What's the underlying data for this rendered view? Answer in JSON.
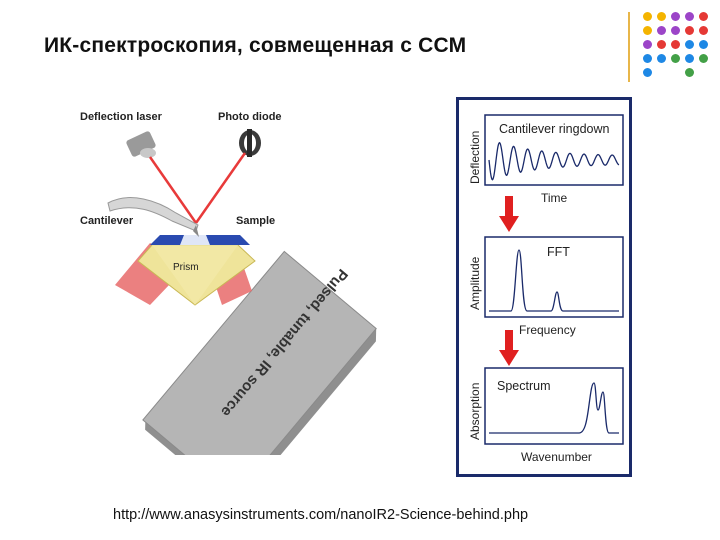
{
  "slide": {
    "title": "ИК-спектроскопия, совмещенная с ССМ",
    "source_url": "http://www.anasysinstruments.com/nanoIR2-Science-behind.php"
  },
  "setup": {
    "deflection_laser": "Deflection laser",
    "photo_diode": "Photo diode",
    "cantilever": "Cantilever",
    "sample": "Sample",
    "prism": "Prism",
    "ir_source": "Pulsed, tunable, IR source"
  },
  "plots": {
    "ringdown": {
      "title": "Cantilever ringdown",
      "ylabel": "Deflection",
      "xlabel": "Time"
    },
    "fft": {
      "title": "FFT",
      "ylabel": "Amplitude",
      "xlabel": "Frequency"
    },
    "spectrum": {
      "title": "Spectrum",
      "ylabel": "Absorption",
      "xlabel": "Wavenumber"
    }
  },
  "colors": {
    "panel_border": "#1a2a6a",
    "curve": "#1a2a6a",
    "arrow": "#e02020",
    "beam": "#e83a3a",
    "source_box": "#a9a9a9",
    "deco_line": "#e8b64a",
    "dot_palette": [
      "#f4b400",
      "#9c45c8",
      "#e53935",
      "#1e88e5",
      "#43a047"
    ]
  }
}
